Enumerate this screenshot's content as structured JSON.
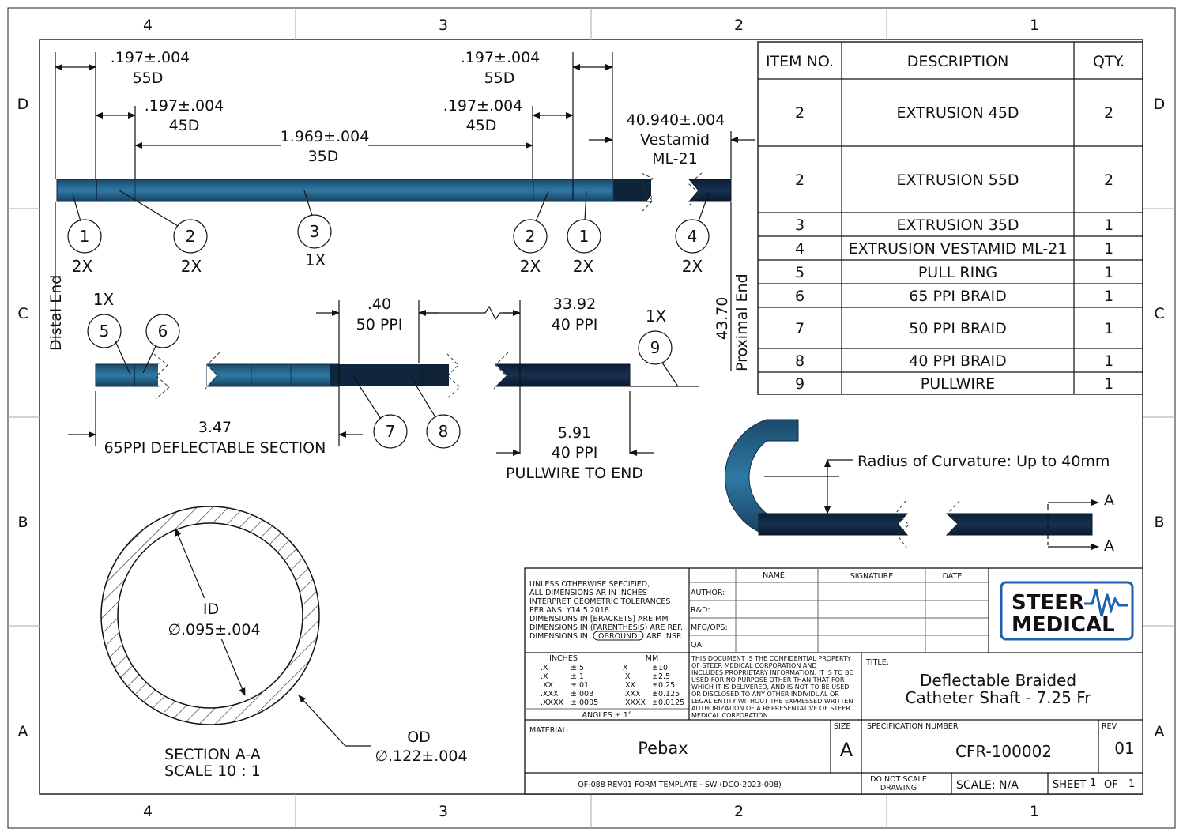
{
  "zones": {
    "columns": [
      "4",
      "3",
      "2",
      "1"
    ],
    "rows": [
      "D",
      "C",
      "B",
      "A"
    ]
  },
  "bom": {
    "headers": {
      "item": "ITEM NO.",
      "desc": "DESCRIPTION",
      "qty": "QTY."
    },
    "rows": [
      {
        "item": "2",
        "desc": "EXTRUSION 45D",
        "qty": "2"
      },
      {
        "item": "2",
        "desc": "EXTRUSION 55D",
        "qty": "2"
      },
      {
        "item": "3",
        "desc": "EXTRUSION 35D",
        "qty": "1"
      },
      {
        "item": "4",
        "desc": "EXTRUSION VESTAMID ML-21",
        "qty": "1"
      },
      {
        "item": "5",
        "desc": "PULL RING",
        "qty": "1"
      },
      {
        "item": "6",
        "desc": "65 PPI BRAID",
        "qty": "1"
      },
      {
        "item": "7",
        "desc": "50 PPI BRAID",
        "qty": "1"
      },
      {
        "item": "8",
        "desc": "40 PPI BRAID",
        "qty": "1"
      },
      {
        "item": "9",
        "desc": "PULLWIRE",
        "qty": "1"
      }
    ]
  },
  "view1": {
    "dims": {
      "d1_val": ".197±.004",
      "d1_mat": "55D",
      "d2_val": ".197±.004",
      "d2_mat": "45D",
      "d3_val": "1.969±.004",
      "d3_mat": "35D",
      "d4_val": ".197±.004",
      "d4_mat": "45D",
      "d5_val": ".197±.004",
      "d5_mat": "55D",
      "d6_val": "40.940±.004",
      "d6_mat1": "Vestamid",
      "d6_mat2": "ML-21"
    },
    "balloons": [
      {
        "num": "1",
        "qty": "2X"
      },
      {
        "num": "2",
        "qty": "2X"
      },
      {
        "num": "3",
        "qty": "1X"
      },
      {
        "num": "2",
        "qty": "2X"
      },
      {
        "num": "1",
        "qty": "2X"
      },
      {
        "num": "4",
        "qty": "2X"
      }
    ],
    "distal_label": "Distal End",
    "proximal_label": "Proximal End",
    "overall": "43.70"
  },
  "view2": {
    "qty5": "1X",
    "b5": "5",
    "b6": "6",
    "b7": "7",
    "b8": "8",
    "b9": "9",
    "qty9": "1X",
    "d40_val": ".40",
    "d40_mat": "50 PPI",
    "d3392_val": "33.92",
    "d3392_mat": "40 PPI",
    "d347_val": "3.47",
    "d347_mat": "65PPI DEFLECTABLE SECTION",
    "d591_val": "5.91",
    "d591_mat": "40 PPI",
    "d591_desc": "PULLWIRE TO END"
  },
  "view3": {
    "radius_label": "Radius of Curvature: Up to 40mm",
    "section_mark": "A"
  },
  "section": {
    "id_label": "ID",
    "id_value": "∅.095±.004",
    "od_label": "OD",
    "od_value": "∅.122±.004",
    "title": "SECTION A-A",
    "scale": "SCALE 10 : 1"
  },
  "title_block": {
    "notes": [
      "UNLESS OTHERWISE SPECIFIED,",
      "ALL DIMENSIONS AR IN INCHES",
      "INTERPRET GEOMETRIC TOLERANCES",
      "PER ANSI Y14.5 2018",
      "DIMENSIONS IN [BRACKETS] ARE MM",
      "DIMENSIONS IN (PARENTHESIS) ARE REF.",
      "DIMENSIONS IN",
      "OBROUND",
      "ARE INSP."
    ],
    "col_name": "NAME",
    "col_signature": "SIGNATURE",
    "col_date": "DATE",
    "roles": [
      "AUTHOR:",
      "R&D:",
      "MFG/OPS:",
      "QA:"
    ],
    "logo_line1": "STEER",
    "logo_line2": "MEDICAL",
    "tol_inches_title": "INCHES",
    "tol_mm_title": "MM",
    "tol_inches": [
      [
        ".X",
        "±.5"
      ],
      [
        ".X",
        "±.1"
      ],
      [
        ".XX",
        "±.01"
      ],
      [
        ".XXX",
        "±.003"
      ],
      [
        ".XXXX",
        "±.0005"
      ]
    ],
    "tol_mm": [
      [
        "X",
        "±10"
      ],
      [
        ".X",
        "±2.5"
      ],
      [
        ".XX",
        "±0.25"
      ],
      [
        ".XXX",
        "±0.125"
      ],
      [
        ".XXXX",
        "±0.0125"
      ]
    ],
    "angles": "ANGLES  ± 1°",
    "confidential": [
      "THIS DOCUMENT IS THE CONFIDENTIAL PROPERTY",
      "OF STEER MEDICAL CORPORATION AND",
      "INCLUDES PROPRIETARY INFORMATION. IT IS TO BE",
      "USED FOR NO PURPOSE OTHER THAN THAT FOR",
      "WHICH IT IS DELIVERED, AND IS NOT TO BE USED",
      "OR DISCLOSED TO ANY OTHER INDIVIDUAL OR",
      "LEGAL ENTITY WITHOUT THE EXPRESSED WRITTEN",
      "AUTHORIZATION OF A REPRESENTATIVE OF STEER",
      "MEDICAL CORPORATION."
    ],
    "title_label": "TITLE:",
    "title_line1": "Deflectable Braided",
    "title_line2": "Catheter Shaft - 7.25 Fr",
    "material_label": "MATERIAL:",
    "material": "Pebax",
    "size_label": "SIZE",
    "size": "A",
    "spec_label": "SPECIFICATION NUMBER",
    "spec": "CFR-100002",
    "rev_label": "REV",
    "rev": "01",
    "template": "QF-088 REV01 FORM TEMPLATE - SW (DCO-2023-008)",
    "do_not_scale1": "DO NOT SCALE",
    "do_not_scale2": "DRAWING",
    "scale": "SCALE:  N/A",
    "sheet_label": "SHEET",
    "sheet_num": "1",
    "sheet_of": "OF",
    "sheet_total": "1"
  }
}
